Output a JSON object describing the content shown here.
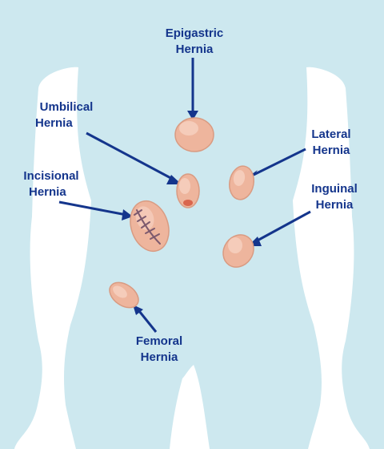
{
  "colors": {
    "body": "#cde8ef",
    "hernia_fill": "#eeb59d",
    "hernia_highlight": "#f8d6c6",
    "hernia_outline": "#d99b82",
    "navel": "#d9664e",
    "scar": "#7d5a6e",
    "arrow": "#14358c",
    "label": "#14358c"
  },
  "labels": {
    "epigastric": {
      "line1": "Epigastric",
      "line2": "Hernia"
    },
    "umbilical": {
      "line1": "Umbilical",
      "line2": "Hernia"
    },
    "lateral": {
      "line1": "Lateral",
      "line2": "Hernia"
    },
    "incisional": {
      "line1": "Incisional",
      "line2": "Hernia"
    },
    "inguinal": {
      "line1": "Inguinal",
      "line2": "Hernia"
    },
    "femoral": {
      "line1": "Femoral",
      "line2": "Hernia"
    }
  }
}
